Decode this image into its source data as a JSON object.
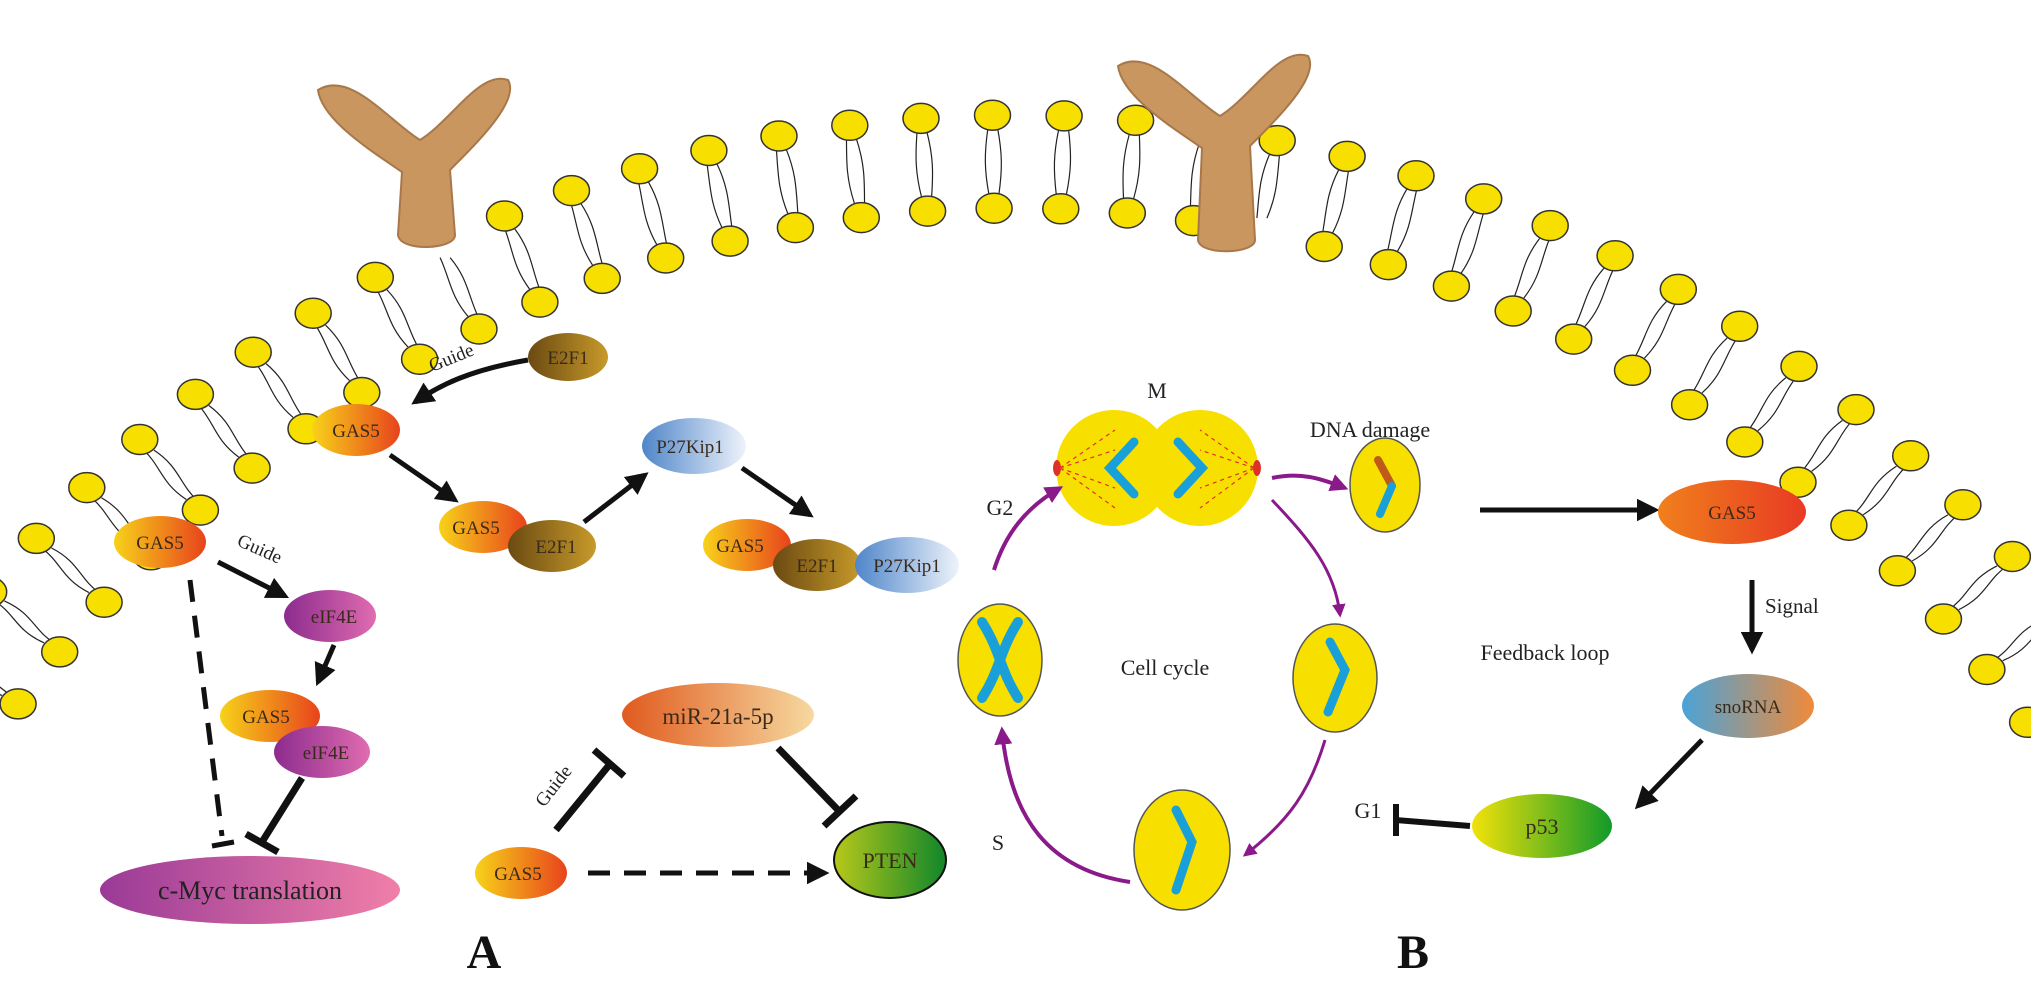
{
  "panels": {
    "a": "A",
    "b": "B"
  },
  "membrane": {
    "head_color": "#f7e000",
    "receptor_color": "#c9965f"
  },
  "panel_a": {
    "gas5_e2f1": {
      "e2f1_top": "E2F1",
      "guide": "Guide",
      "gas5_top": "GAS5",
      "complex_gas5": "GAS5",
      "complex_e2f1": "E2F1",
      "p27kip1": "P27Kip1",
      "tri_gas5": "GAS5",
      "tri_e2f1": "E2F1",
      "tri_p27": "P27Kip1"
    },
    "eif4e": {
      "gas5": "GAS5",
      "guide": "Guide",
      "eif4e": "eIF4E",
      "complex_gas5": "GAS5",
      "complex_eif4e": "eIF4E",
      "cmyc": "c-Myc translation"
    },
    "mir21": {
      "mir": "miR-21a-5p",
      "guide": "Guide",
      "gas5": "GAS5",
      "pten": "PTEN"
    }
  },
  "panel_b": {
    "phase_m": "M",
    "phase_g2": "G2",
    "phase_s": "S",
    "phase_g1": "G1",
    "cell_cycle": "Cell cycle",
    "dna_damage": "DNA damage",
    "gas5": "GAS5",
    "signal": "Signal",
    "feedback": "Feedback loop",
    "snorna": "snoRNA",
    "p53": "p53"
  }
}
